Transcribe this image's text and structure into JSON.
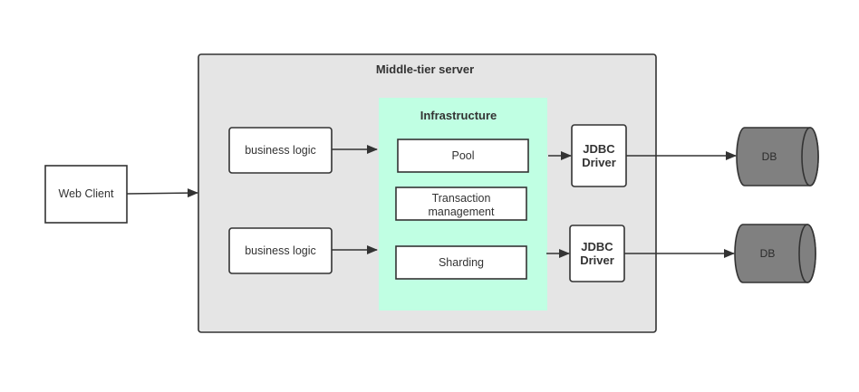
{
  "nodes": {
    "web_client": "Web Client",
    "server_title": "Middle-tier server",
    "business_logic_1": "business logic",
    "business_logic_2": "business logic",
    "infrastructure_title": "Infrastructure",
    "pool": "Pool",
    "transaction_line1": "Transaction",
    "transaction_line2": "management",
    "sharding": "Sharding",
    "jdbc1_line1": "JDBC",
    "jdbc1_line2": "Driver",
    "jdbc2_line1": "JDBC",
    "jdbc2_line2": "Driver",
    "db1": "DB",
    "db2": "DB"
  },
  "colors": {
    "server_bg": "#e5e5e5",
    "infrastructure_bg": "#c0ffe3",
    "db_fill": "#808080",
    "stroke": "#333333"
  },
  "edges": [
    {
      "from": "web_client",
      "to": "server"
    },
    {
      "from": "business_logic_1",
      "to": "infrastructure"
    },
    {
      "from": "business_logic_2",
      "to": "infrastructure"
    },
    {
      "from": "pool",
      "to": "jdbc_driver_1"
    },
    {
      "from": "sharding",
      "to": "jdbc_driver_2"
    },
    {
      "from": "jdbc_driver_1",
      "to": "db_1"
    },
    {
      "from": "jdbc_driver_2",
      "to": "db_2"
    }
  ]
}
